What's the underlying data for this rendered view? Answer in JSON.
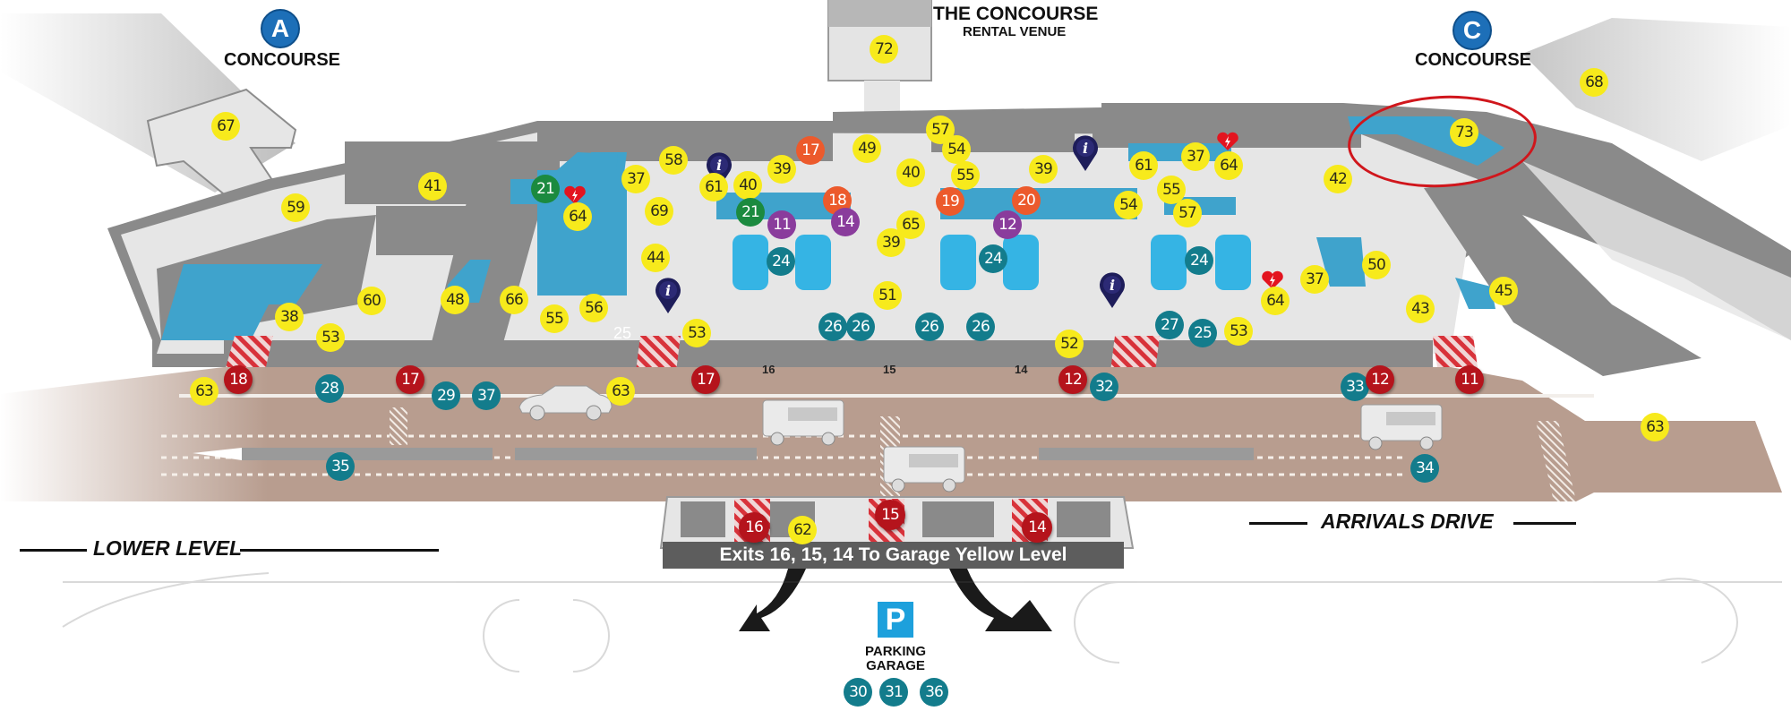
{
  "map": {
    "level_label": "LOWER LEVEL",
    "road_label": "ARRIVALS DRIVE",
    "concourse_a": {
      "letter": "A",
      "label": "CONCOURSE"
    },
    "concourse_c": {
      "letter": "C",
      "label": "CONCOURSE"
    },
    "venue": {
      "title": "THE CONCOURSE",
      "subtitle": "RENTAL VENUE"
    },
    "exits_banner": "Exits 16, 15, 14 To Garage Yellow Level",
    "parking": {
      "icon_letter": "P",
      "line1": "PARKING",
      "line2": "GARAGE"
    },
    "gate_numbers": [
      "16",
      "15",
      "14"
    ],
    "faint_number": "25",
    "highlighted_marker": "73",
    "colors": {
      "yellow": "#f7ea1c",
      "teal": "#137c8c",
      "red": "#b5141c",
      "orange": "#ec5a2c",
      "purple": "#8a3c9c",
      "green": "#1b8a3f",
      "info": "#1e1d5a",
      "water_blue": "#3fa3cc",
      "road_tan": "#b89d8f",
      "highlight_ring": "#d0161c"
    }
  },
  "markers": [
    {
      "n": "67",
      "c": "yellow"
    },
    {
      "n": "59",
      "c": "yellow"
    },
    {
      "n": "41",
      "c": "yellow"
    },
    {
      "n": "21",
      "c": "green"
    },
    {
      "n": "64",
      "c": "yellow"
    },
    {
      "n": "37",
      "c": "yellow"
    },
    {
      "n": "58",
      "c": "yellow"
    },
    {
      "n": "69",
      "c": "yellow"
    },
    {
      "n": "61",
      "c": "yellow"
    },
    {
      "n": "40",
      "c": "yellow"
    },
    {
      "n": "39",
      "c": "yellow"
    },
    {
      "n": "17",
      "c": "orange"
    },
    {
      "n": "49",
      "c": "yellow"
    },
    {
      "n": "72",
      "c": "yellow"
    },
    {
      "n": "21",
      "c": "green"
    },
    {
      "n": "18",
      "c": "orange"
    },
    {
      "n": "11",
      "c": "purple"
    },
    {
      "n": "14",
      "c": "purple"
    },
    {
      "n": "57",
      "c": "yellow"
    },
    {
      "n": "54",
      "c": "yellow"
    },
    {
      "n": "40",
      "c": "yellow"
    },
    {
      "n": "55",
      "c": "yellow"
    },
    {
      "n": "19",
      "c": "orange"
    },
    {
      "n": "65",
      "c": "yellow"
    },
    {
      "n": "39",
      "c": "yellow"
    },
    {
      "n": "39",
      "c": "yellow"
    },
    {
      "n": "20",
      "c": "orange"
    },
    {
      "n": "12",
      "c": "purple"
    },
    {
      "n": "24",
      "c": "teal"
    },
    {
      "n": "24",
      "c": "teal"
    },
    {
      "n": "24",
      "c": "teal"
    },
    {
      "n": "61",
      "c": "yellow"
    },
    {
      "n": "37",
      "c": "yellow"
    },
    {
      "n": "64",
      "c": "yellow"
    },
    {
      "n": "55",
      "c": "yellow"
    },
    {
      "n": "54",
      "c": "yellow"
    },
    {
      "n": "57",
      "c": "yellow"
    },
    {
      "n": "42",
      "c": "yellow"
    },
    {
      "n": "73",
      "c": "yellow"
    },
    {
      "n": "68",
      "c": "yellow"
    },
    {
      "n": "44",
      "c": "yellow"
    },
    {
      "n": "38",
      "c": "yellow"
    },
    {
      "n": "60",
      "c": "yellow"
    },
    {
      "n": "48",
      "c": "yellow"
    },
    {
      "n": "66",
      "c": "yellow"
    },
    {
      "n": "55",
      "c": "yellow"
    },
    {
      "n": "56",
      "c": "yellow"
    },
    {
      "n": "53",
      "c": "yellow"
    },
    {
      "n": "53",
      "c": "yellow"
    },
    {
      "n": "51",
      "c": "yellow"
    },
    {
      "n": "26",
      "c": "teal"
    },
    {
      "n": "26",
      "c": "teal"
    },
    {
      "n": "26",
      "c": "teal"
    },
    {
      "n": "26",
      "c": "teal"
    },
    {
      "n": "52",
      "c": "yellow"
    },
    {
      "n": "27",
      "c": "teal"
    },
    {
      "n": "25",
      "c": "teal"
    },
    {
      "n": "53",
      "c": "yellow"
    },
    {
      "n": "64",
      "c": "yellow"
    },
    {
      "n": "37",
      "c": "yellow"
    },
    {
      "n": "50",
      "c": "yellow"
    },
    {
      "n": "45",
      "c": "yellow"
    },
    {
      "n": "43",
      "c": "yellow"
    },
    {
      "n": "63",
      "c": "yellow"
    },
    {
      "n": "18",
      "c": "red"
    },
    {
      "n": "28",
      "c": "teal"
    },
    {
      "n": "17",
      "c": "red"
    },
    {
      "n": "29",
      "c": "teal"
    },
    {
      "n": "37",
      "c": "teal"
    },
    {
      "n": "63",
      "c": "yellow"
    },
    {
      "n": "17",
      "c": "red"
    },
    {
      "n": "12",
      "c": "red"
    },
    {
      "n": "32",
      "c": "teal"
    },
    {
      "n": "33",
      "c": "teal"
    },
    {
      "n": "12",
      "c": "red"
    },
    {
      "n": "11",
      "c": "red"
    },
    {
      "n": "63",
      "c": "yellow"
    },
    {
      "n": "35",
      "c": "teal"
    },
    {
      "n": "34",
      "c": "teal"
    },
    {
      "n": "16",
      "c": "red"
    },
    {
      "n": "62",
      "c": "yellow"
    },
    {
      "n": "15",
      "c": "red"
    },
    {
      "n": "14",
      "c": "red"
    },
    {
      "n": "30",
      "c": "teal"
    },
    {
      "n": "31",
      "c": "teal"
    },
    {
      "n": "36",
      "c": "teal"
    }
  ],
  "info_pins": [
    "info",
    "info",
    "info",
    "info"
  ],
  "aed_icons": [
    "aed",
    "aed",
    "aed"
  ]
}
